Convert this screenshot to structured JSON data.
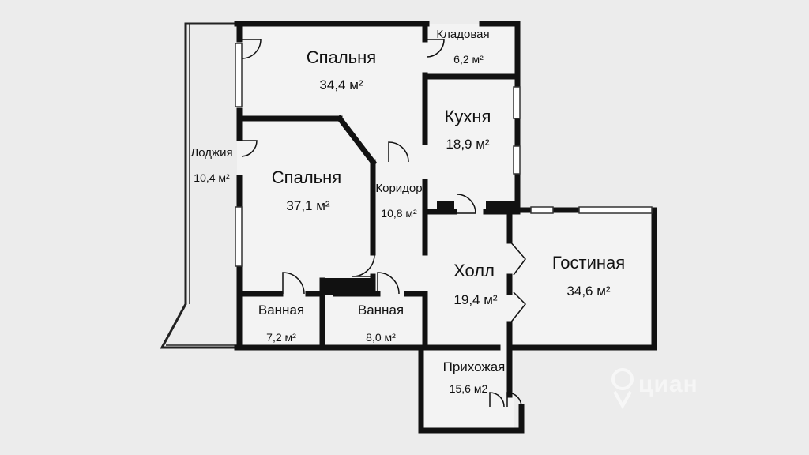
{
  "rooms": {
    "bedroom1": {
      "name": "Спальня",
      "area": "34,4 м²"
    },
    "pantry": {
      "name": "Кладовая",
      "area": "6,2 м²"
    },
    "kitchen": {
      "name": "Кухня",
      "area": "18,9 м²"
    },
    "loggia": {
      "name": "Лоджия",
      "area": "10,4 м²"
    },
    "bedroom2": {
      "name": "Спальня",
      "area": "37,1 м²"
    },
    "corridor": {
      "name": "Коридор",
      "area": "10,8 м²"
    },
    "hall": {
      "name": "Холл",
      "area": "19,4 м²"
    },
    "living": {
      "name": "Гостиная",
      "area": "34,6 м²"
    },
    "bath1": {
      "name": "Ванная",
      "area": "7,2 м²"
    },
    "bath2": {
      "name": "Ванная",
      "area": "8,0 м²"
    },
    "entry": {
      "name": "Прихожая",
      "area": "15,6 м2"
    }
  },
  "watermark": {
    "text": "циан",
    "icon": "cian-logo-icon"
  },
  "colors": {
    "background": "#ececec",
    "wall": "#111111",
    "window": "#ffffff"
  }
}
